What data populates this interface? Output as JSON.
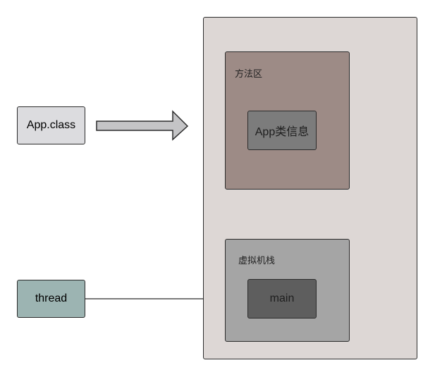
{
  "nodes": {
    "app_class": "App.class",
    "thread": "thread",
    "method_area": "方法区",
    "app_info": "App类信息",
    "vm_stack": "虚拟机栈",
    "main_frame": "main"
  },
  "edges": [
    {
      "from": "app_class",
      "to": "method_area",
      "style": "block-arrow"
    },
    {
      "from": "thread",
      "to": "vm_stack",
      "style": "line-arrow"
    }
  ],
  "colors": {
    "app_class_fill": "#dcdcdf",
    "thread_fill": "#9cb4b2",
    "jvm_memory_fill": "#ddd7d5",
    "method_area_fill": "#9d8b86",
    "app_info_fill": "#7c7c7c",
    "vm_stack_fill": "#a5a5a5",
    "main_frame_fill": "#5e5e5e",
    "block_arrow_fill": "#c4c4c6",
    "stroke": "#2b2b2b"
  }
}
